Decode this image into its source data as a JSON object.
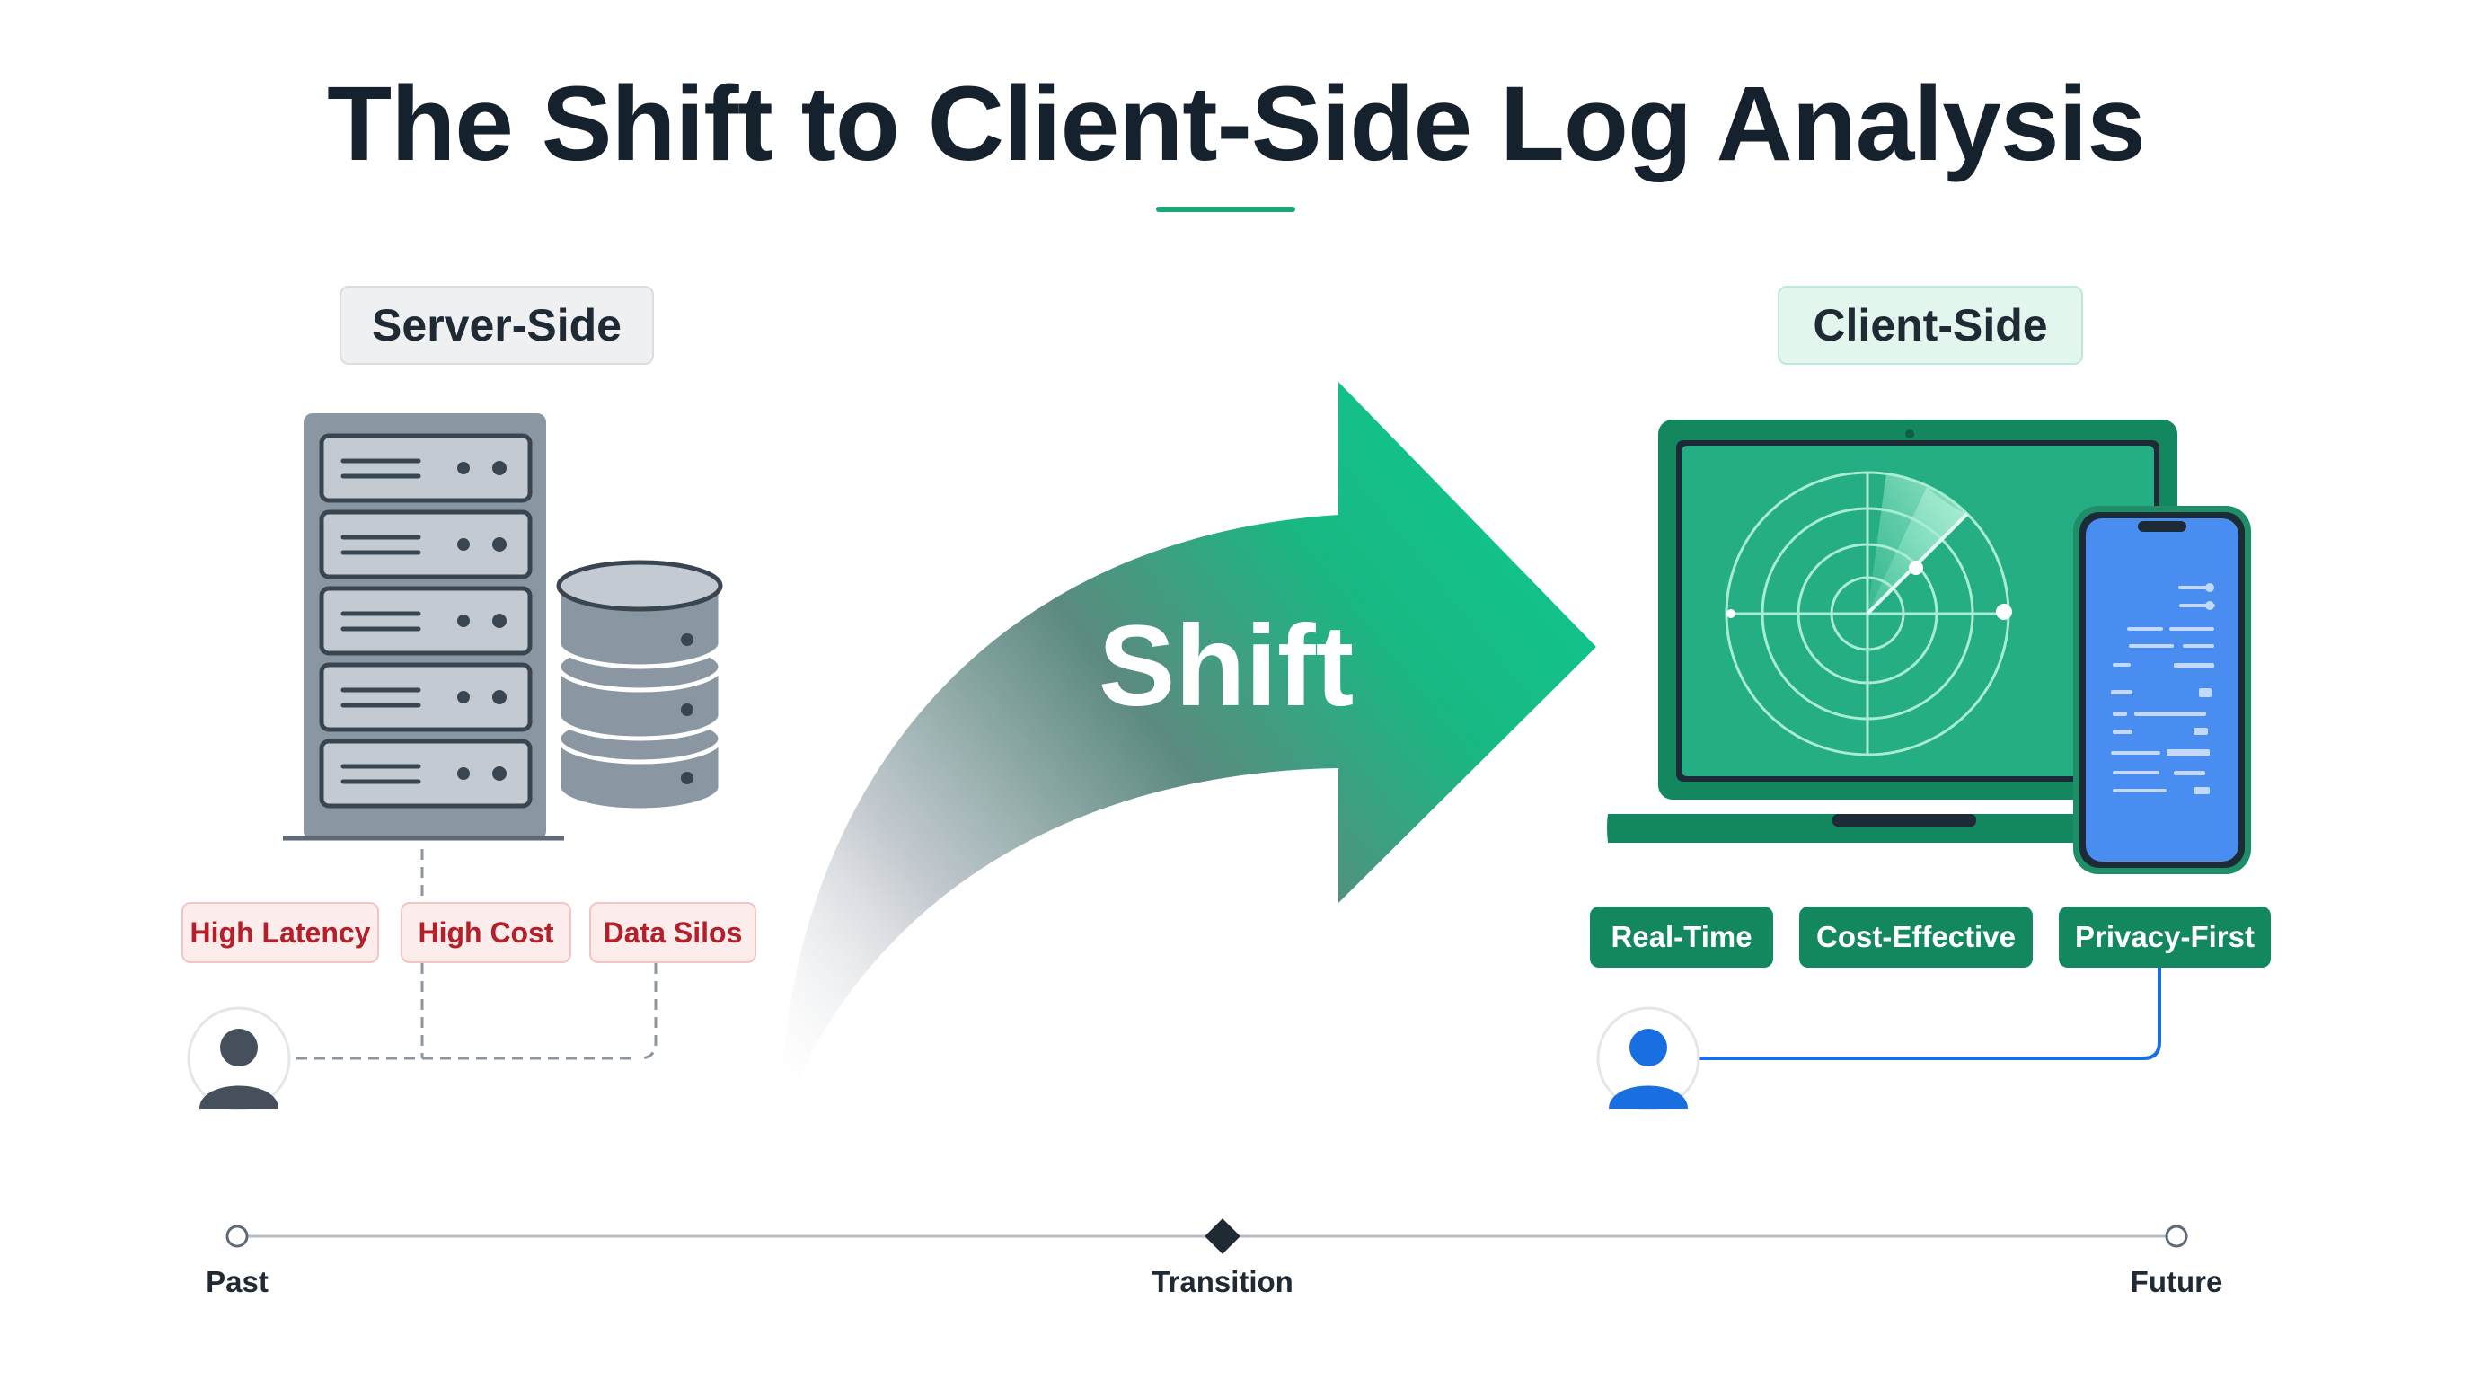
{
  "title": "The Shift to Client-Side Log Analysis",
  "server_side": {
    "label": "Server-Side",
    "issues": [
      "High Latency",
      "High Cost",
      "Data Silos"
    ]
  },
  "client_side": {
    "label": "Client-Side",
    "benefits": [
      "Real-Time",
      "Cost-Effective",
      "Privacy-First"
    ]
  },
  "arrow": {
    "label": "Shift"
  },
  "timeline": {
    "points": [
      "Past",
      "Transition",
      "Future"
    ]
  },
  "colors": {
    "accent_green": "#17a874",
    "dark_green": "#13875e",
    "server_gray": "#8b96a3",
    "issue_red": "#b3202a",
    "user_blue": "#1a6fe0",
    "phone_blue": "#4a8df0"
  },
  "icons": [
    "server-rack-icon",
    "database-icon",
    "laptop-icon",
    "radar-chart-icon",
    "smartphone-icon",
    "user-icon",
    "shift-arrow-icon"
  ]
}
